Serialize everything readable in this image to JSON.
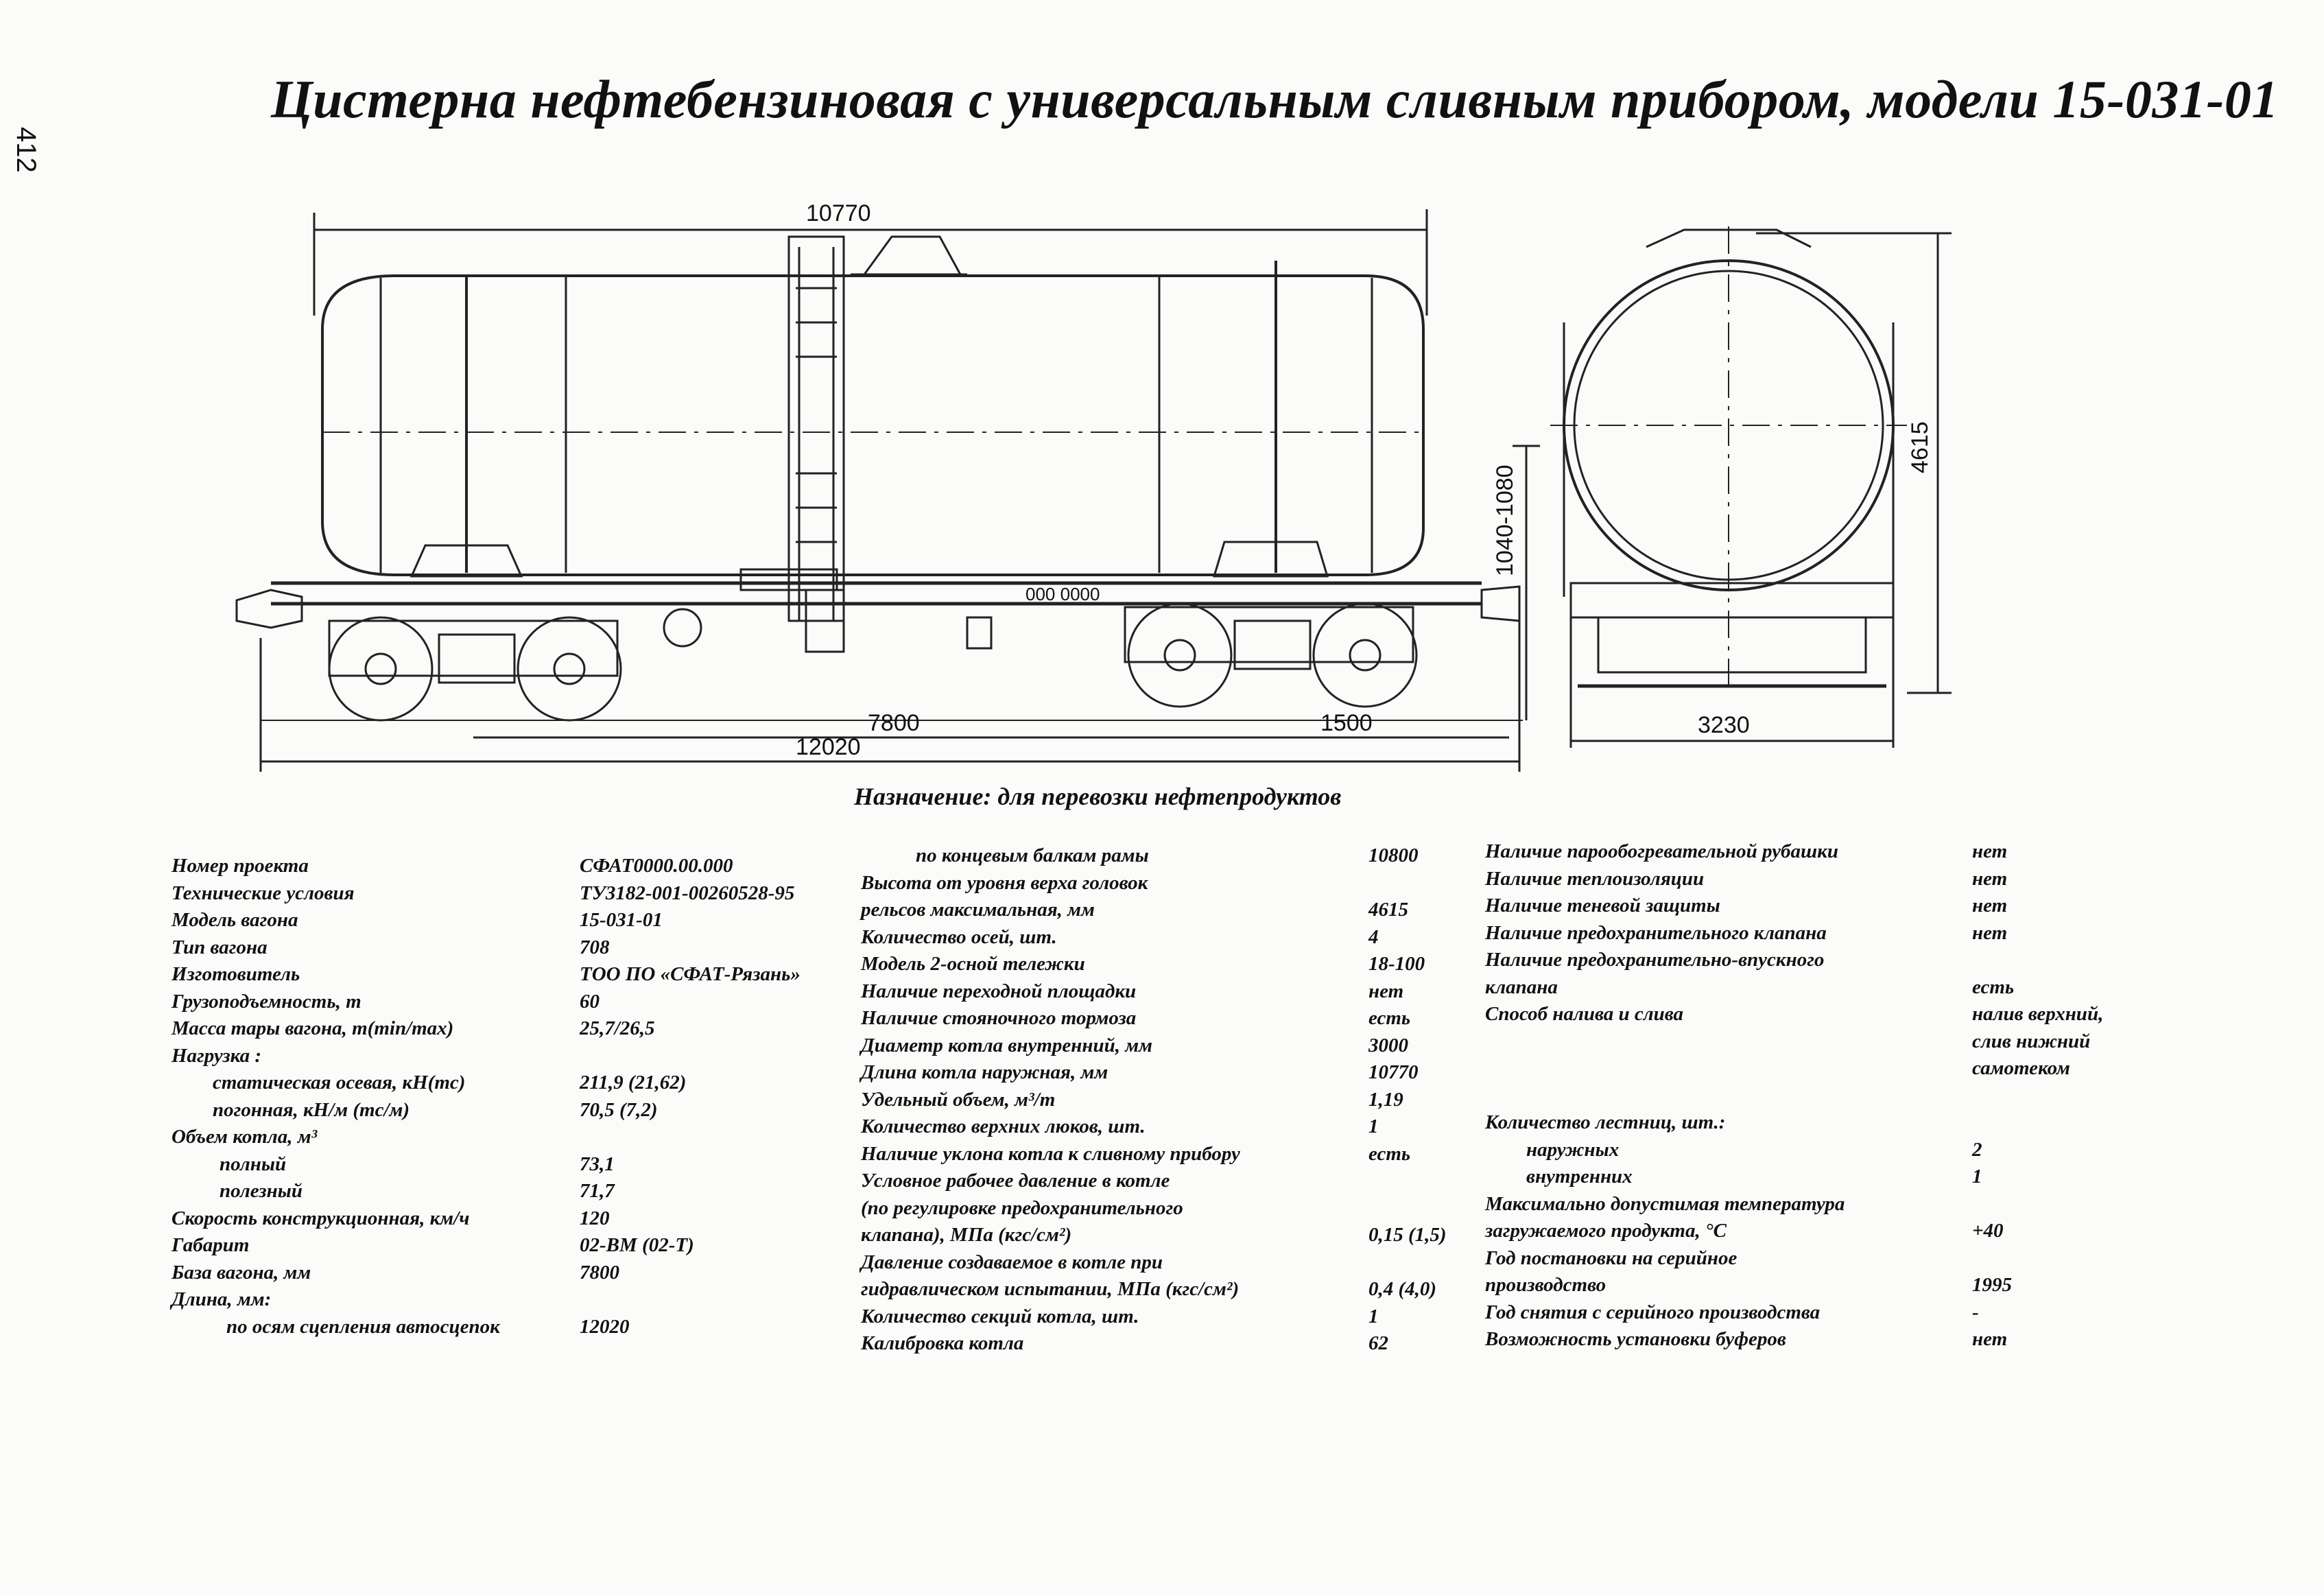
{
  "page_number": "412",
  "title": "Цистерна нефтебензиновая с универсальным сливным прибором, модели 15-031-01",
  "drawing": {
    "dimensions": {
      "overall_tank_length": "10770",
      "base": "7800",
      "overhang": "1500",
      "coupler_length": "12020",
      "coupler_height": "1040-1080",
      "width": "3230",
      "height": "4615"
    },
    "car_number_plate": "000 0000"
  },
  "purpose": "Назначение: для перевозки нефтепродуктов",
  "spec_left": [
    {
      "label": "Номер проекта",
      "value": "СФАТ0000.00.000",
      "indent": 0
    },
    {
      "label": "Технические условия",
      "value": "ТУ3182-001-00260528-95",
      "indent": 0
    },
    {
      "label": "Модель вагона",
      "value": "15-031-01",
      "indent": 0
    },
    {
      "label": "Тип вагона",
      "value": "708",
      "indent": 0
    },
    {
      "label": "Изготовитель",
      "value": "ТОО ПО «СФАТ-Рязань»",
      "indent": 0
    },
    {
      "label": "Грузоподъемность, т",
      "value": "60",
      "indent": 0
    },
    {
      "label": "Масса тары вагона, т(min/max)",
      "value": "25,7/26,5",
      "indent": 0
    },
    {
      "label": "Нагрузка :",
      "value": "",
      "indent": 0
    },
    {
      "label": "статическая осевая, кН(тс)",
      "value": "211,9 (21,62)",
      "indent": 1
    },
    {
      "label": "погонная, кН/м (тс/м)",
      "value": "70,5 (7,2)",
      "indent": 1
    },
    {
      "label": "Объем котла, м³",
      "value": "",
      "indent": 0
    },
    {
      "label": "полный",
      "value": "73,1",
      "indent": 2
    },
    {
      "label": "полезный",
      "value": "71,7",
      "indent": 2
    },
    {
      "label": "Скорость конструкционная, км/ч",
      "value": "120",
      "indent": 0
    },
    {
      "label": "Габарит",
      "value": "02-ВМ (02-Т)",
      "indent": 0
    },
    {
      "label": "База вагона, мм",
      "value": "7800",
      "indent": 0
    },
    {
      "label": "Длина, мм:",
      "value": "",
      "indent": 0
    },
    {
      "label": "по осям сцепления автосцепок",
      "value": "12020",
      "indent": 3
    }
  ],
  "spec_middle": [
    {
      "label": "по концевым балкам рамы",
      "value": "10800",
      "indent": 3
    },
    {
      "label": "Высота от уровня верха головок",
      "value": "",
      "indent": 0
    },
    {
      "label": "рельсов максимальная, мм",
      "value": "4615",
      "indent": 0
    },
    {
      "label": "Количество осей, шт.",
      "value": "4",
      "indent": 0
    },
    {
      "label": "Модель 2-осной тележки",
      "value": "18-100",
      "indent": 0
    },
    {
      "label": "Наличие переходной площадки",
      "value": "нет",
      "indent": 0
    },
    {
      "label": "Наличие стояночного тормоза",
      "value": "есть",
      "indent": 0
    },
    {
      "label": "Диаметр котла внутренний, мм",
      "value": "3000",
      "indent": 0
    },
    {
      "label": "Длина котла наружная, мм",
      "value": "10770",
      "indent": 0
    },
    {
      "label": "Удельный объем, м³/т",
      "value": "1,19",
      "indent": 0
    },
    {
      "label": "Количество верхних люков, шт.",
      "value": "1",
      "indent": 0
    },
    {
      "label": "Наличие уклона котла к сливному прибору",
      "value": "есть",
      "indent": 0
    },
    {
      "label": "Условное рабочее давление в котле",
      "value": "",
      "indent": 0
    },
    {
      "label": "(по регулировке предохранительного",
      "value": "",
      "indent": 0
    },
    {
      "label": "клапана), МПа (кгс/см²)",
      "value": "0,15 (1,5)",
      "indent": 0
    },
    {
      "label": "Давление создаваемое в котле при",
      "value": "",
      "indent": 0
    },
    {
      "label": "гидравлическом испытании, МПа (кгс/см²)",
      "value": "0,4 (4,0)",
      "indent": 0
    },
    {
      "label": "Количество секций котла, шт.",
      "value": "1",
      "indent": 0
    },
    {
      "label": "Калибровка котла",
      "value": "62",
      "indent": 0
    }
  ],
  "spec_right": [
    {
      "label": "Наличие парообогревательной рубашки",
      "value": "нет",
      "indent": 0
    },
    {
      "label": "Наличие теплоизоляции",
      "value": "нет",
      "indent": 0
    },
    {
      "label": "Наличие теневой защиты",
      "value": "нет",
      "indent": 0
    },
    {
      "label": "Наличие предохранительного клапана",
      "value": "нет",
      "indent": 0
    },
    {
      "label": "Наличие предохранительно-впускного",
      "value": "",
      "indent": 0
    },
    {
      "label": "клапана",
      "value": "есть",
      "indent": 0
    },
    {
      "label": "Способ налива и слива",
      "value": "налив верхний,",
      "indent": 0
    },
    {
      "label": "",
      "value": "слив нижний",
      "indent": 0
    },
    {
      "label": "",
      "value": "самотеком",
      "indent": 0
    },
    {
      "label": "",
      "value": "",
      "indent": 0
    },
    {
      "label": "Количество лестниц, шт.:",
      "value": "",
      "indent": 0
    },
    {
      "label": "наружных",
      "value": "2",
      "indent": 1
    },
    {
      "label": "внутренних",
      "value": "1",
      "indent": 1
    },
    {
      "label": "Максимально допустимая температура",
      "value": "",
      "indent": 0
    },
    {
      "label": "загружаемого продукта, °С",
      "value": "+40",
      "indent": 0
    },
    {
      "label": "Год постановки на серийное",
      "value": "",
      "indent": 0
    },
    {
      "label": "производство",
      "value": "1995",
      "indent": 0
    },
    {
      "label": "Год снятия с серийного производства",
      "value": "-",
      "indent": 0
    },
    {
      "label": "Возможность установки буферов",
      "value": "нет",
      "indent": 0
    }
  ]
}
